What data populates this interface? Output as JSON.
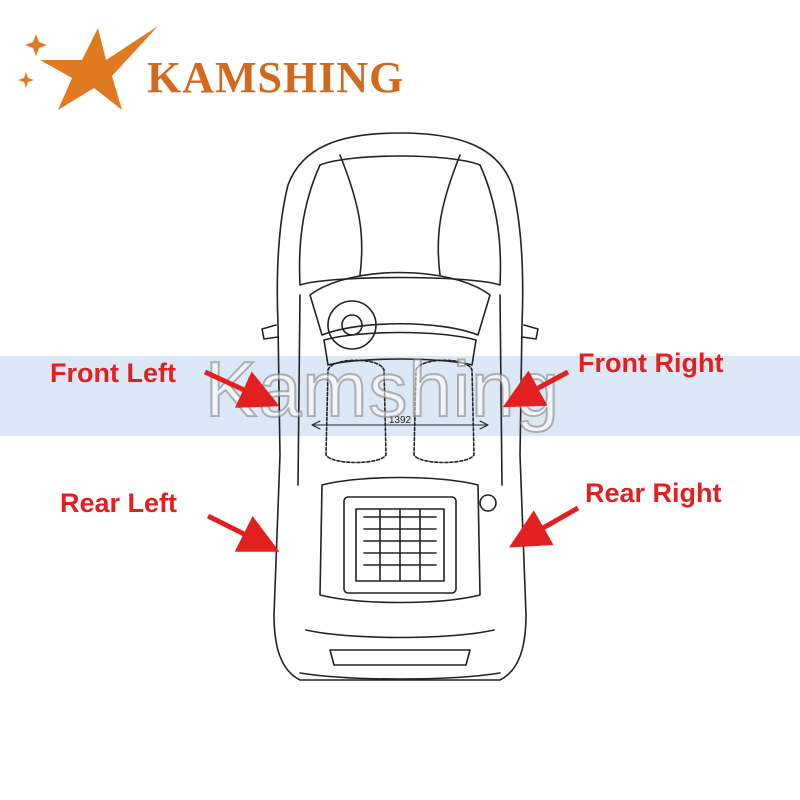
{
  "brand": {
    "name": "KAMSHING",
    "color": "#d2691e",
    "logo_icon": "star-swoosh-icon"
  },
  "watermark": {
    "text": "Kamshing",
    "band_color": "#dce8f5"
  },
  "diagram": {
    "dimension_label": "1392",
    "labels": {
      "front_left": "Front Left",
      "front_right": "Front Right",
      "rear_left": "Rear Left",
      "rear_right": "Rear Right"
    },
    "label_color": "#e32020",
    "arrow_color": "#e32020"
  }
}
